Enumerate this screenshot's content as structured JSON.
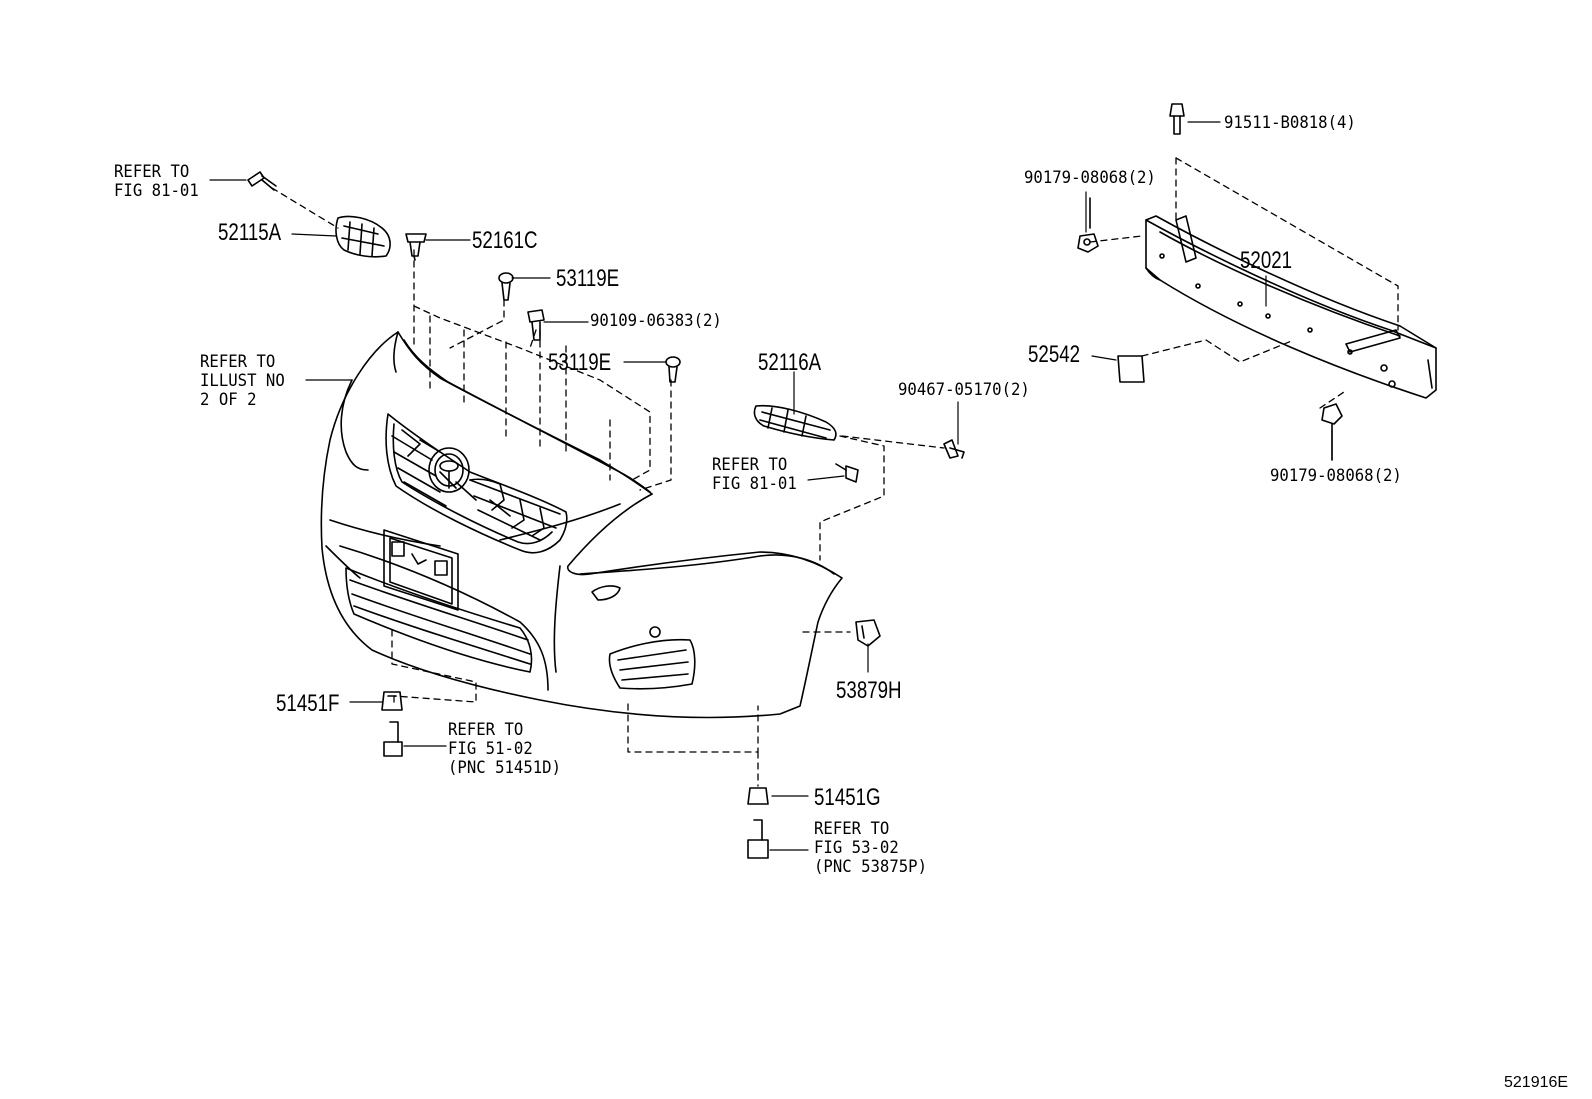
{
  "figure_id": "521916E",
  "refs": {
    "fig81_01_top": "REFER TO\nFIG 81-01",
    "illust": "REFER TO\nILLUST NO\n2 OF 2",
    "fig81_01_mid": "REFER TO\nFIG 81-01",
    "fig51_02": "REFER TO\nFIG 51-02\n(PNC 51451D)",
    "fig53_02": "REFER TO\nFIG 53-02\n(PNC 53875P)"
  },
  "parts": {
    "p52115A": "52115A",
    "p52161C": "52161C",
    "p53119E_1": "53119E",
    "p90109": "90109-06383(2)",
    "p53119E_2": "53119E",
    "p52116A": "52116A",
    "p90467": "90467-05170(2)",
    "p51451F": "51451F",
    "p53879H": "53879H",
    "p51451G": "51451G",
    "p91511": "91511-B0818(4)",
    "p90179_top": "90179-08068(2)",
    "p52021": "52021",
    "p52542": "52542",
    "p90179_bottom": "90179-08068(2)"
  },
  "line_color": "#000000",
  "background_color": "#ffffff"
}
